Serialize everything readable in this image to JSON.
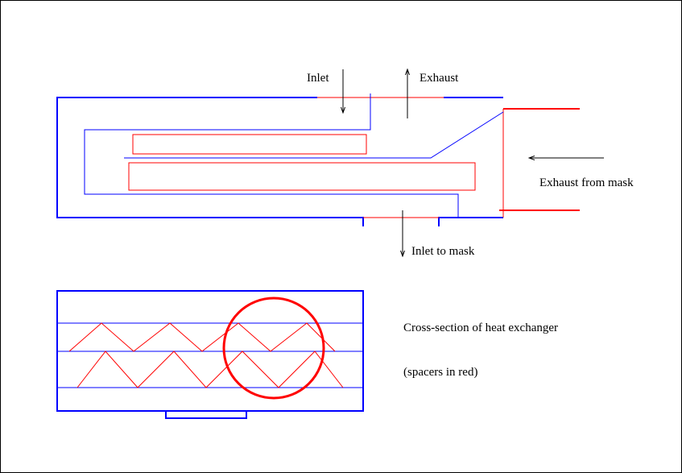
{
  "colors": {
    "frame": "#000000",
    "outline": "#0000ff",
    "spacer": "#ff0000",
    "text": "#000000"
  },
  "labels": {
    "inlet": "Inlet",
    "exhaust": "Exhaust",
    "exhaust_from_mask": "Exhaust from mask",
    "inlet_to_mask": "Inlet to mask",
    "cross_section": "Cross-section of heat exchanger",
    "spacers_note": "(spacers in red)"
  }
}
